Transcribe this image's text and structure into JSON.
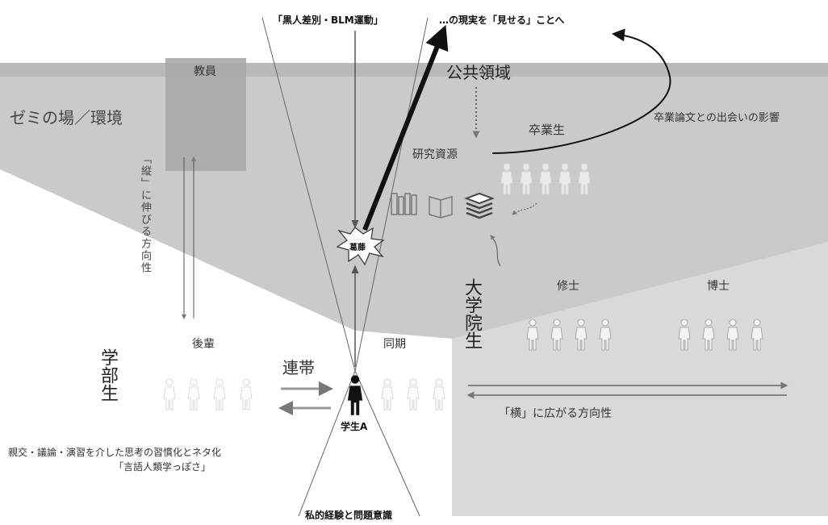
{
  "top_labels": {
    "blm": "「黒人差別・BLM運動」",
    "show_reality": "…の現実を「見せる」ことへ"
  },
  "zones": {
    "public": "公共領域",
    "seminar": "ゼミの場／環境",
    "faculty": "教員"
  },
  "graduates": {
    "label": "卒業生",
    "research_resources": "研究資源",
    "thesis_influence": "卒業論文との出会いの影響"
  },
  "vertical_direction": "「縦」に伸びる方向性",
  "conflict": "葛藤",
  "graduate_school": {
    "label": "大学院生",
    "masters": "修士",
    "doctoral": "博士"
  },
  "undergrad": {
    "label": "学部生",
    "juniors": "後輩",
    "peers": "同期",
    "solidarity": "連帯",
    "student_a": "学生A"
  },
  "horizontal_direction": "「横」に広がる方向性",
  "habituation": "親交・議論・演習を介した思考の習慣化とネタ化",
  "linguistics_quote": "「言語人類学っぽさ」",
  "private_experience": "私的経験と問題意識",
  "colors": {
    "top_band": "#b8b8b8",
    "upper_gray": "#c9c9c9",
    "lower_gray": "#dcdcdc",
    "faculty_box": "#a9a9a9",
    "figure_light": "#ffffff",
    "student_a": "#111111",
    "arrow_dark": "#111111"
  },
  "icons": [
    "books-icon",
    "open-book-icon",
    "stacked-books-icon",
    "person-icon"
  ]
}
